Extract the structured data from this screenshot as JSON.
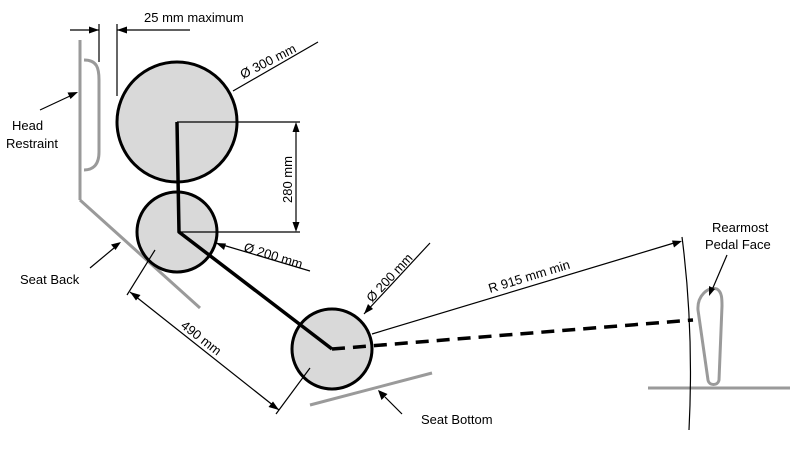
{
  "labels": {
    "head_restraint_line1": "Head",
    "head_restraint_line2": "Restraint",
    "seat_back": "Seat Back",
    "seat_bottom": "Seat Bottom",
    "pedal_line1": "Rearmost",
    "pedal_line2": "Pedal Face"
  },
  "dimensions": {
    "head_gap": "25 mm maximum",
    "head_diameter": "Ø 300 mm",
    "neck_length": "280 mm",
    "shoulder_diameter": "Ø 200 mm",
    "hip_diameter": "Ø 200 mm",
    "torso_length": "490 mm",
    "leg_radius": "R 915 mm min"
  },
  "colors": {
    "circle_fill": "#d9d9d9",
    "seat_gray": "#9a9a9a",
    "line": "#000000"
  }
}
